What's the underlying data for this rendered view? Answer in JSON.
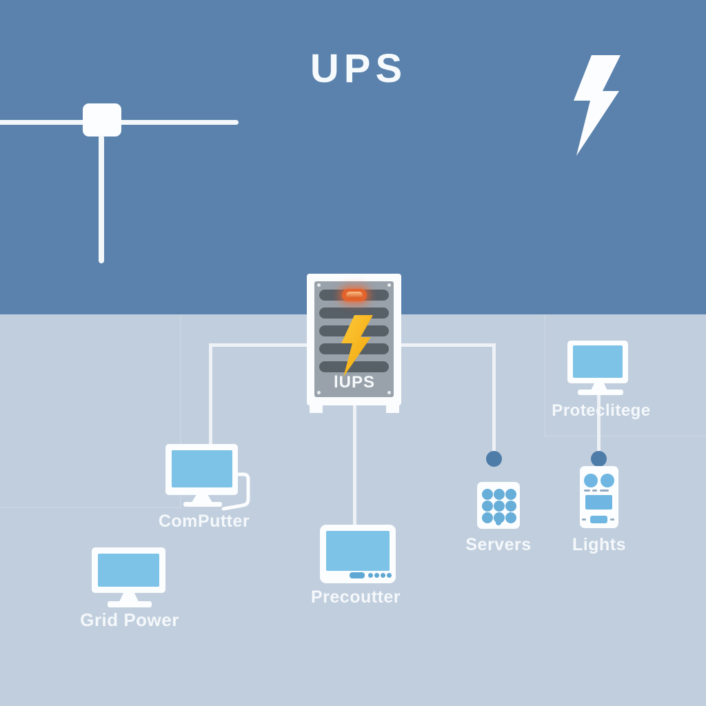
{
  "title": "UPS",
  "colors": {
    "background_top": "#5b82ac",
    "background_bottom": "#c1cedd",
    "connector_line": "#eef2f6",
    "screen_blue": "#7dc3e8",
    "ups_panel_gray": "#99a2ab",
    "ups_slat_dark": "#575f67",
    "ups_bolt_gold": "#f5b322",
    "ups_indicator_orange": "#e4622b",
    "connector_dot_blue": "#4e7ca9",
    "device_accent_blue": "#67aed9",
    "icon_white": "#fbfdfe"
  },
  "icons": [
    {
      "name": "power-node-icon"
    },
    {
      "name": "lightning-bolt-icon"
    },
    {
      "name": "ups-bolt-icon"
    }
  ],
  "ups": {
    "label": "lUPS"
  },
  "devices": {
    "computer": {
      "label": "ComPutter"
    },
    "grid_power": {
      "label": "Grid Power"
    },
    "precoutter": {
      "label": "Precoutter"
    },
    "servers": {
      "label": "Servers"
    },
    "lights": {
      "label": "Lights"
    },
    "protected_monitor": {
      "label": "Proteclitege"
    }
  }
}
